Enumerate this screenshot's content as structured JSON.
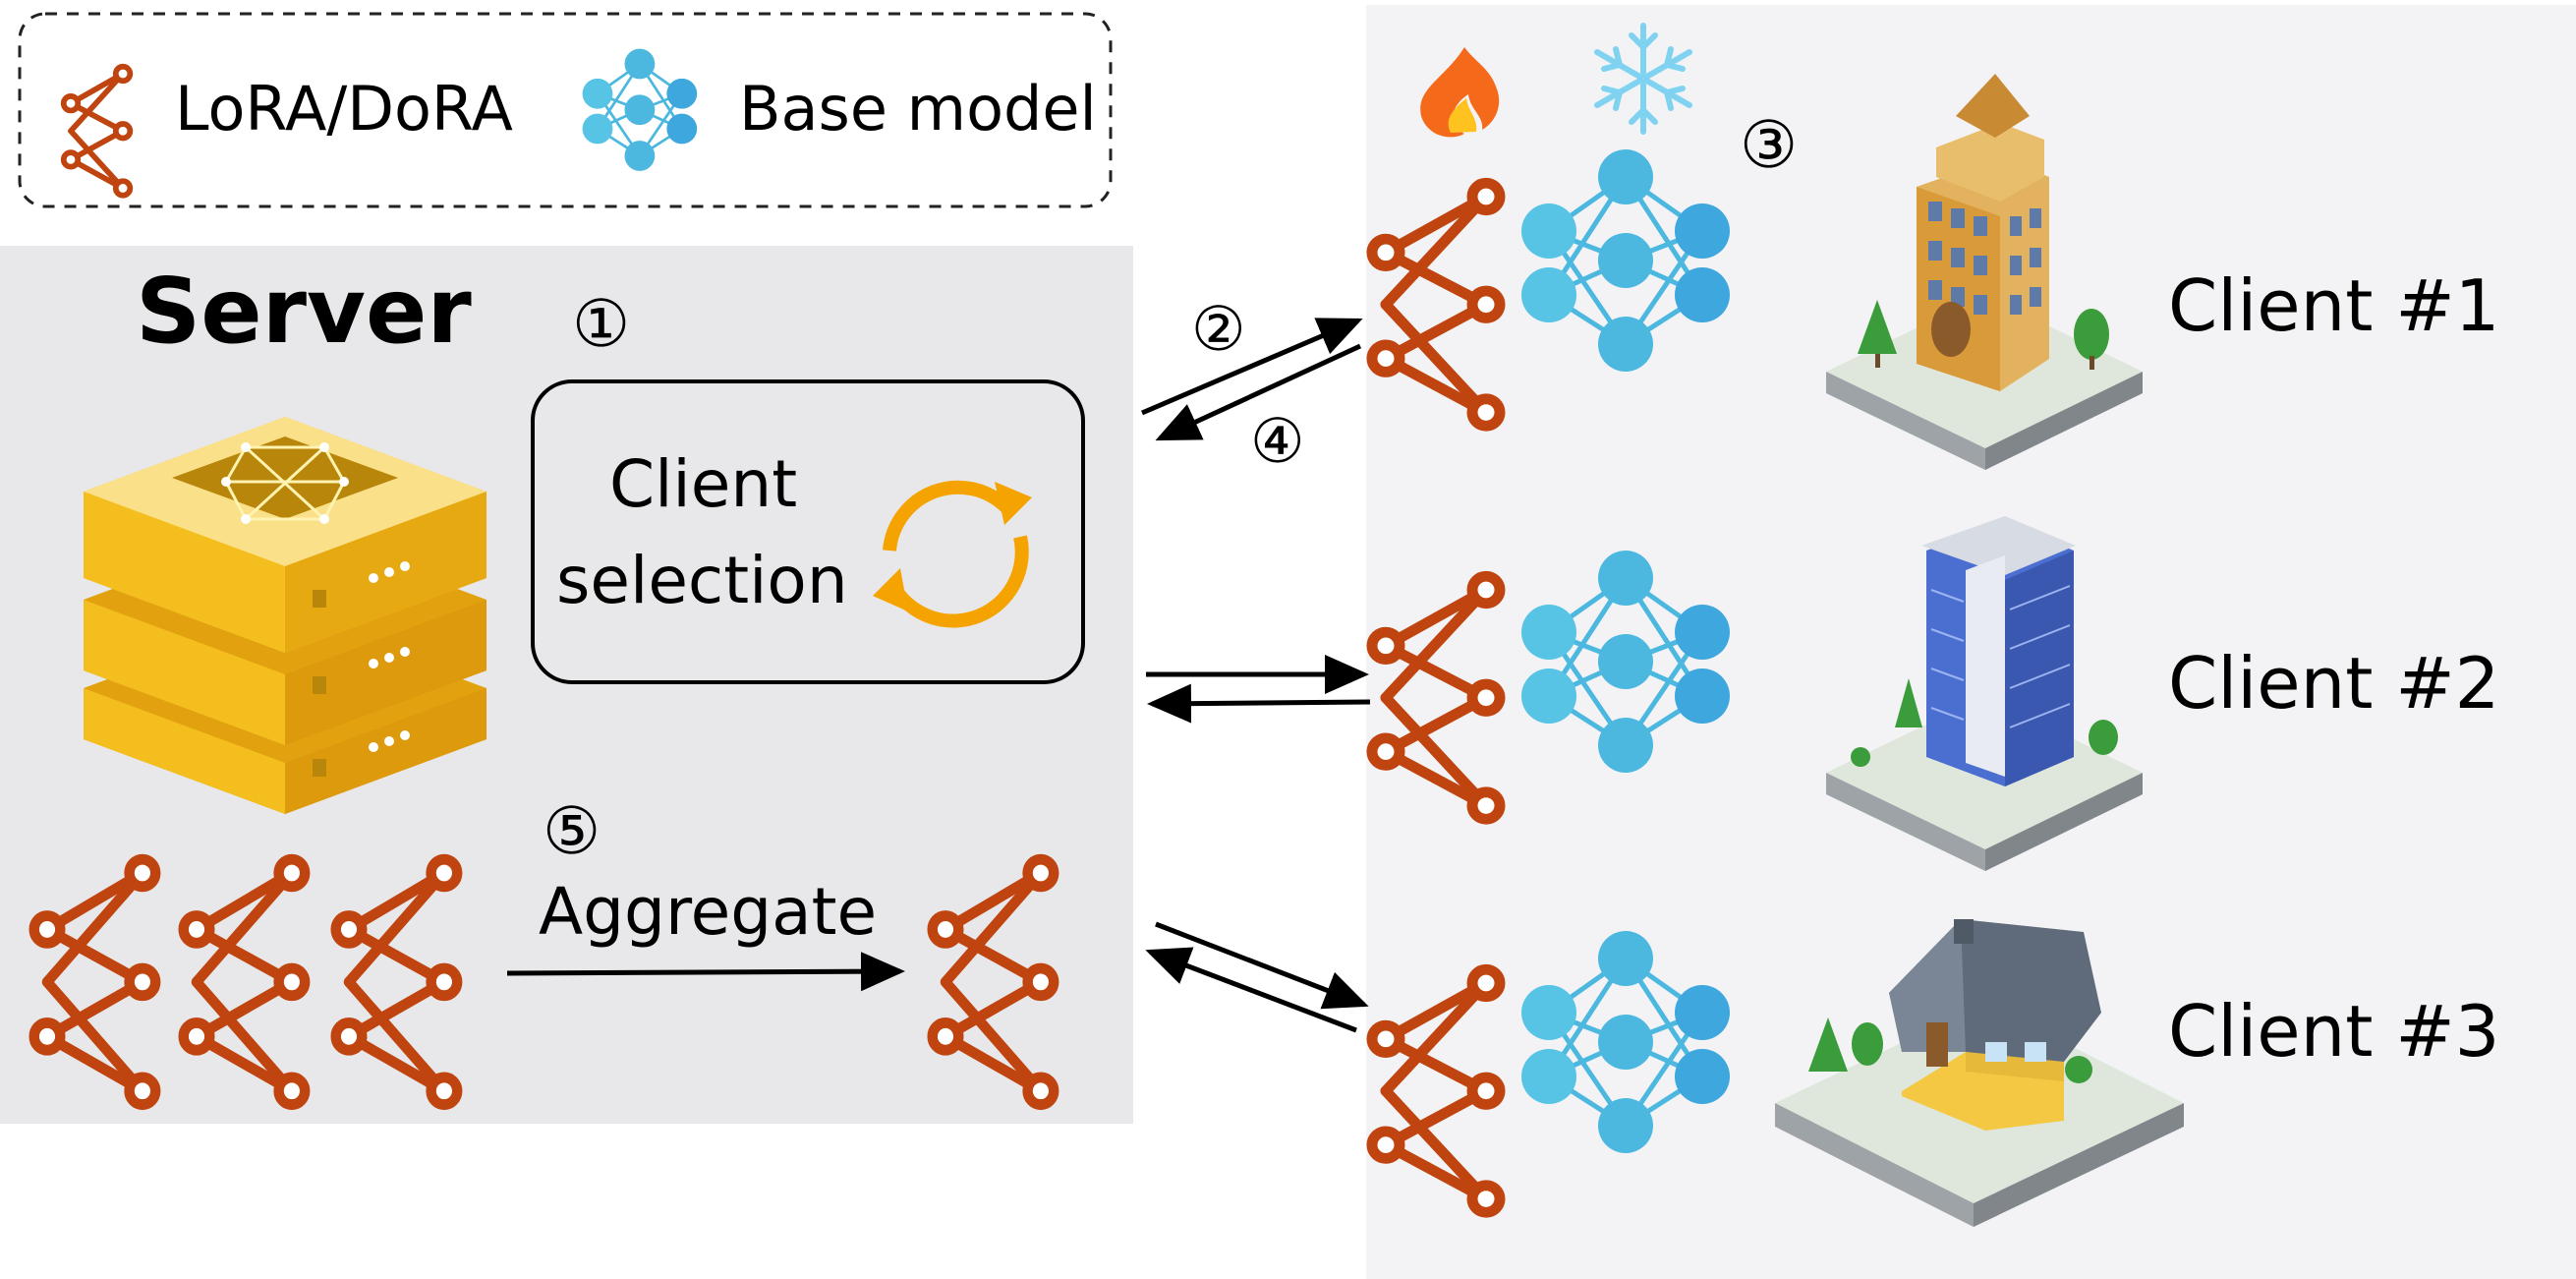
{
  "legend": {
    "lora_label": "LoRA/DoRA",
    "base_label": "Base model"
  },
  "server": {
    "title": "Server",
    "selection_line1": "Client",
    "selection_line2": "selection",
    "aggregate_label": "Aggregate"
  },
  "steps": {
    "s1": "①",
    "s2": "②",
    "s3": "③",
    "s4": "④",
    "s5": "⑤"
  },
  "clients": [
    {
      "label": "Client #1"
    },
    {
      "label": "Client #2"
    },
    {
      "label": "Client #3"
    }
  ],
  "colors": {
    "lora": "#c0440f",
    "base_model": "#4cb8e0",
    "server_panel": "#e8e8ea",
    "clients_panel": "#f3f3f5",
    "server_gold": "#f2b818",
    "sync_orange": "#f5a300"
  },
  "icons": {
    "trainable": "fire-icon",
    "frozen": "snowflake-icon"
  }
}
